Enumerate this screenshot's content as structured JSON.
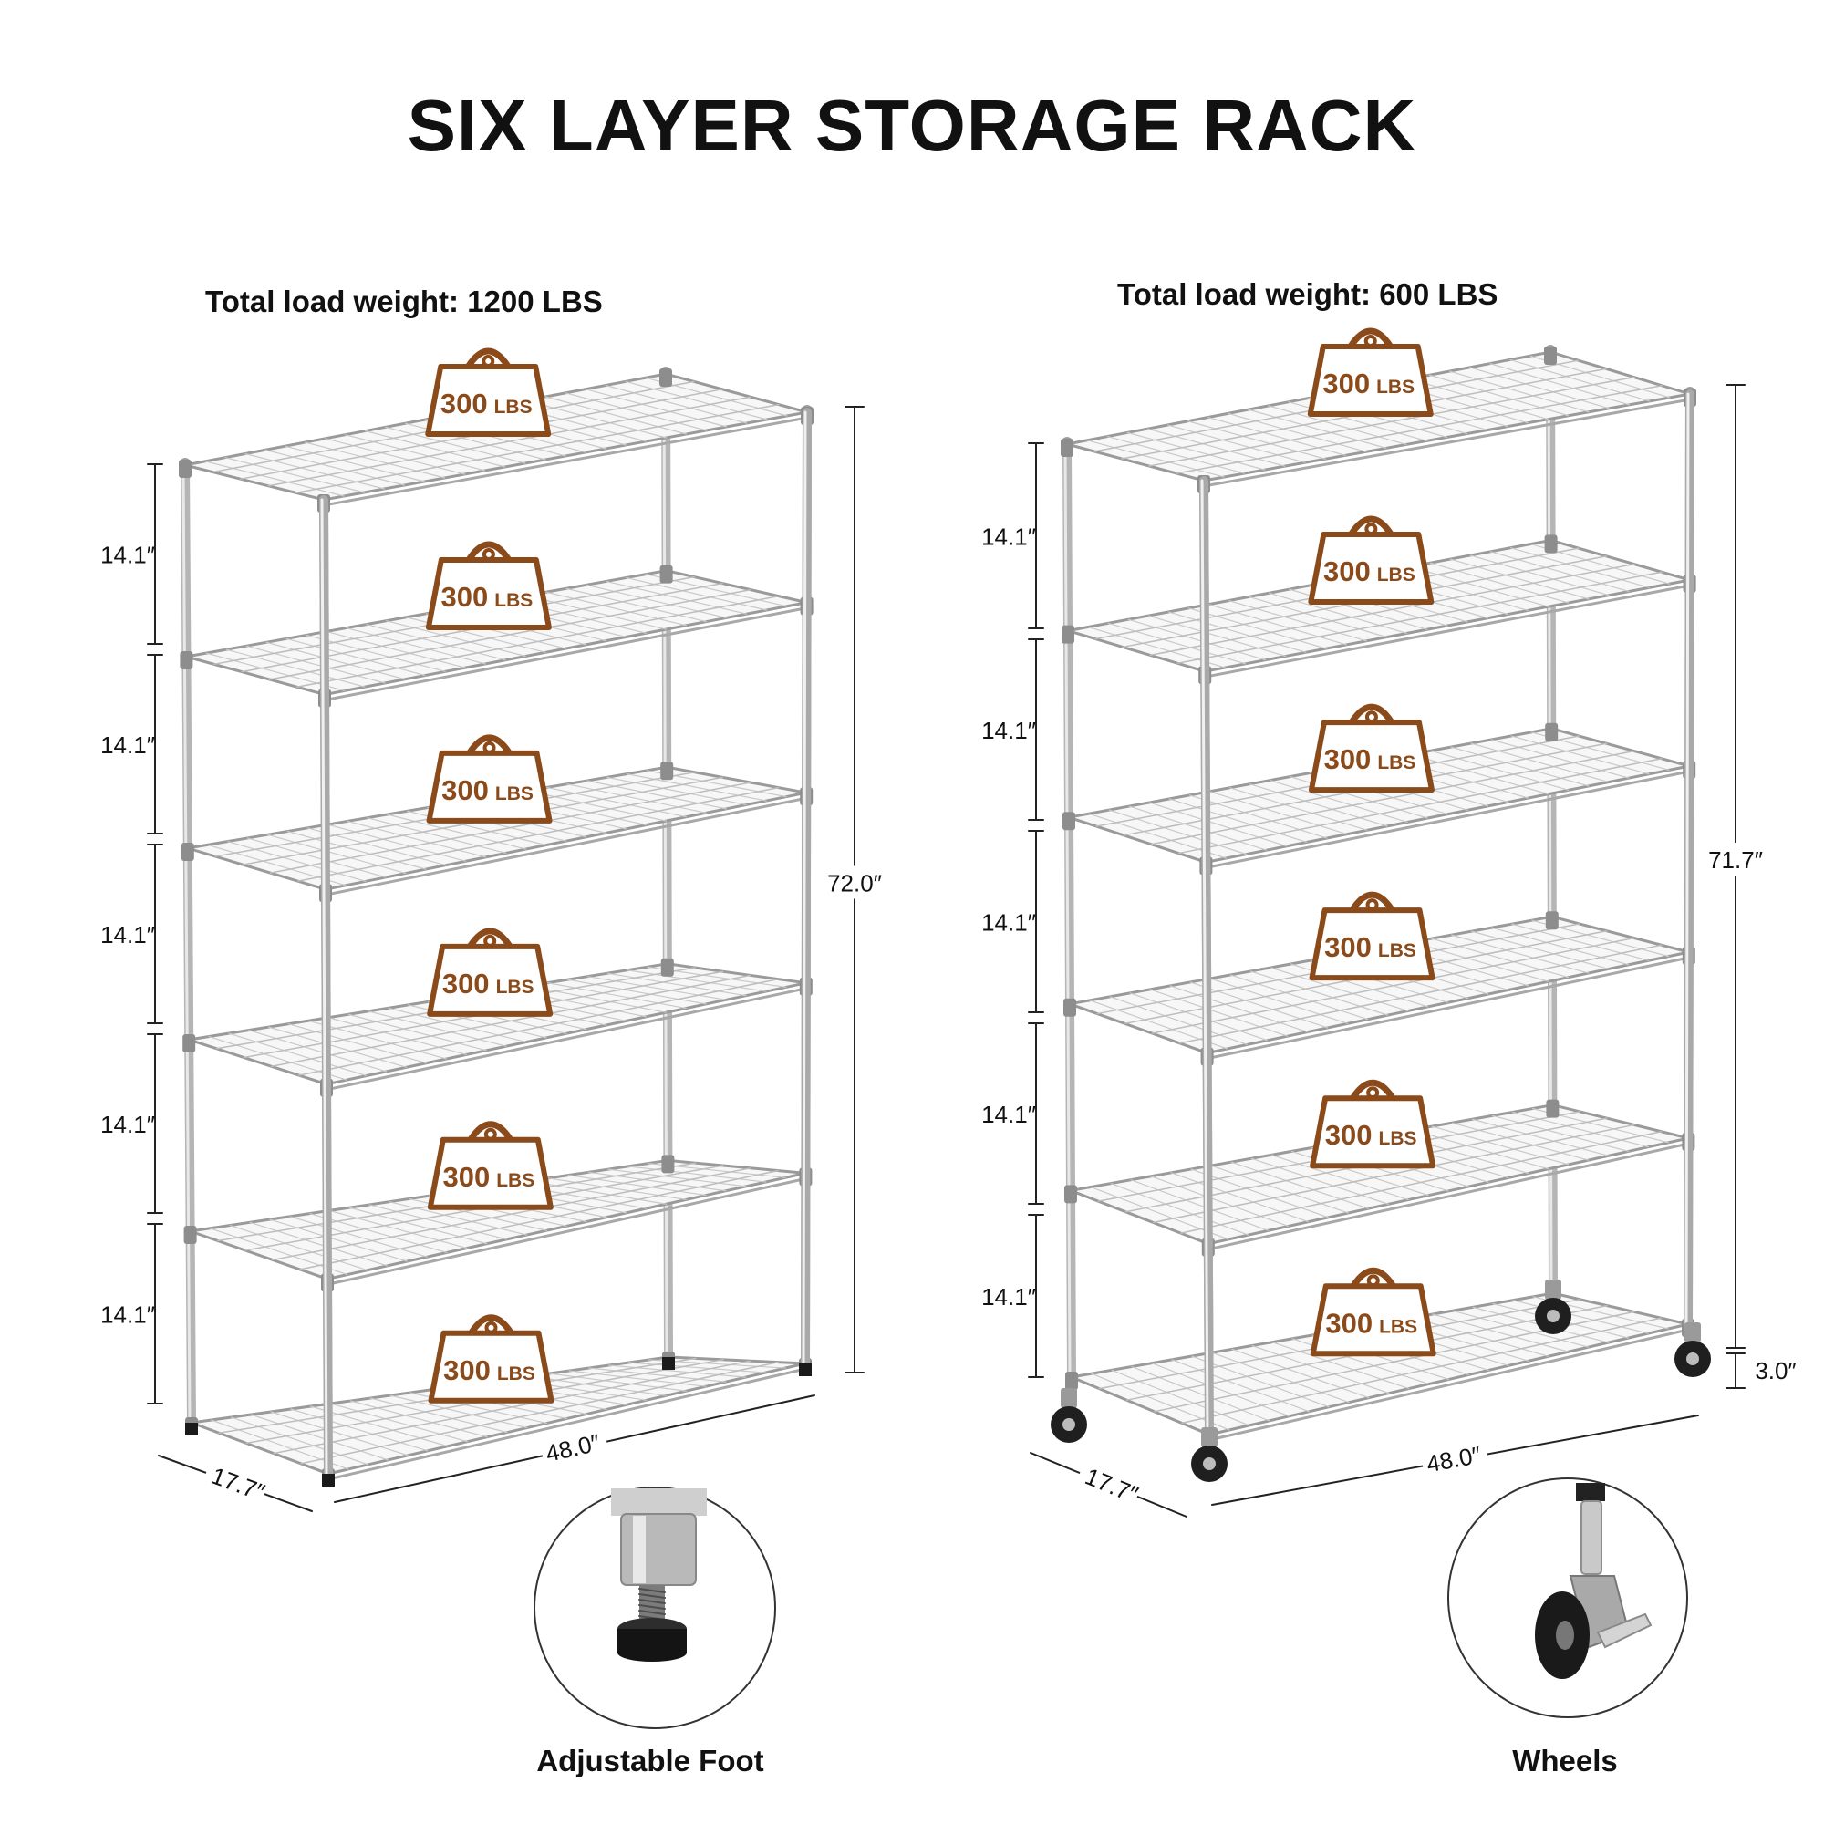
{
  "title": "SIX LAYER STORAGE RACK",
  "colors": {
    "badge": "#8a4a1a",
    "wire": "#9a9a9a",
    "dim": "#222222",
    "text": "#111111"
  },
  "racks": [
    {
      "id": "foot",
      "heading": "Total load weight: 1200 LBS",
      "shelf_capacity": "300",
      "capacity_unit": "LBS",
      "shelf_gaps": [
        "14.1″",
        "14.1″",
        "14.1″",
        "14.1″",
        "14.1″"
      ],
      "height": "72.0″",
      "width": "48.0″",
      "depth": "17.7″",
      "clearance": "",
      "detail_icon": "leveling-foot-icon",
      "caption": "Adjustable Foot"
    },
    {
      "id": "wheels",
      "heading": "Total load weight: 600 LBS",
      "shelf_capacity": "300",
      "capacity_unit": "LBS",
      "shelf_gaps": [
        "14.1″",
        "14.1″",
        "14.1″",
        "14.1″",
        "14.1″"
      ],
      "height": "71.7″",
      "width": "48.0″",
      "depth": "17.7″",
      "clearance": "3.0″",
      "detail_icon": "caster-wheel-icon",
      "caption": "Wheels"
    }
  ]
}
